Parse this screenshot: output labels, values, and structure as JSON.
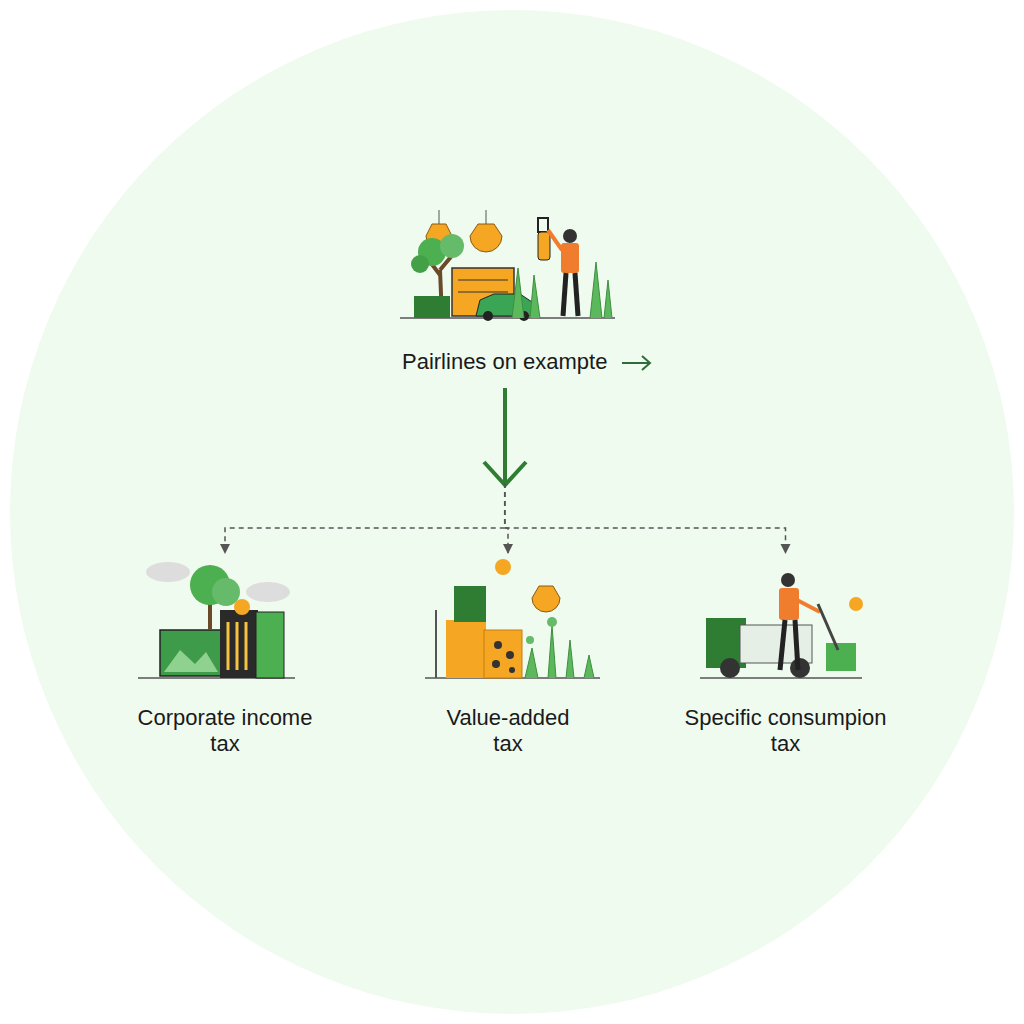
{
  "diagram": {
    "nodes": [
      {
        "text": [
          "Pairlines on exampte"
        ]
      },
      {
        "text": [
          "Corporate income tax"
        ]
      },
      {
        "text": [
          "Value-added tax"
        ]
      },
      {
        "text": [
          "Specific consumpion tax"
        ]
      }
    ],
    "edges": [
      {
        "from": 0,
        "to": 1,
        "arrow": "to"
      },
      {
        "from": 0,
        "to": 2,
        "arrow": "to"
      },
      {
        "from": 0,
        "to": 3,
        "arrow": "to"
      }
    ]
  }
}
